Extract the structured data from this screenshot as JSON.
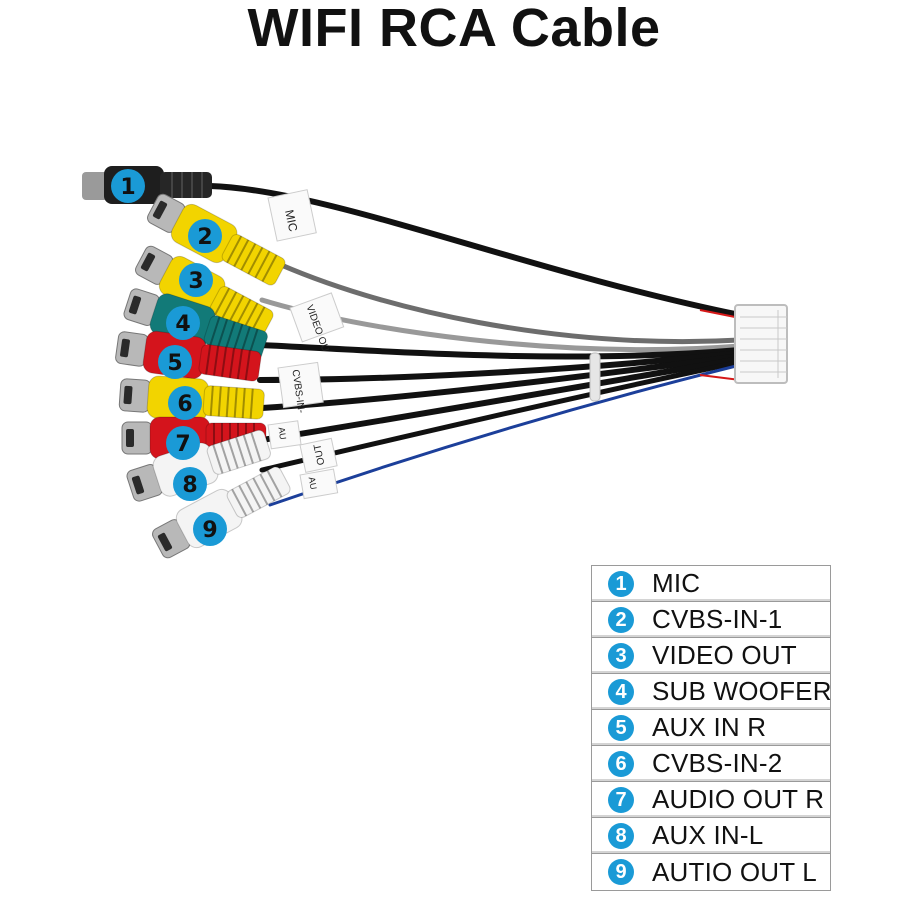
{
  "title": "WIFI RCA Cable",
  "legend": [
    {
      "num": "1",
      "label": "MIC"
    },
    {
      "num": "2",
      "label": "CVBS-IN-1"
    },
    {
      "num": "3",
      "label": "VIDEO OUT"
    },
    {
      "num": "4",
      "label": "SUB WOOFER"
    },
    {
      "num": "5",
      "label": "AUX IN R"
    },
    {
      "num": "6",
      "label": "CVBS-IN-2"
    },
    {
      "num": "7",
      "label": "AUDIO OUT R"
    },
    {
      "num": "8",
      "label": "AUX IN-L"
    },
    {
      "num": "9",
      "label": "AUTIO OUT L"
    }
  ],
  "photo": {
    "connectors": [
      {
        "num": "1",
        "color": "#1a1a1a"
      },
      {
        "num": "2",
        "color": "#f2d400"
      },
      {
        "num": "3",
        "color": "#f2d400"
      },
      {
        "num": "4",
        "color": "#127a78"
      },
      {
        "num": "5",
        "color": "#d4141c"
      },
      {
        "num": "6",
        "color": "#f2d400"
      },
      {
        "num": "7",
        "color": "#d4141c"
      },
      {
        "num": "8",
        "color": "#f4f4f4"
      },
      {
        "num": "9",
        "color": "#f4f4f4"
      }
    ],
    "cable_tags": [
      "MIC",
      "VIDEO OU",
      "CVBS-IN-",
      "AU",
      "OUT",
      "AU"
    ],
    "badge_color": "#1a9ad6"
  }
}
